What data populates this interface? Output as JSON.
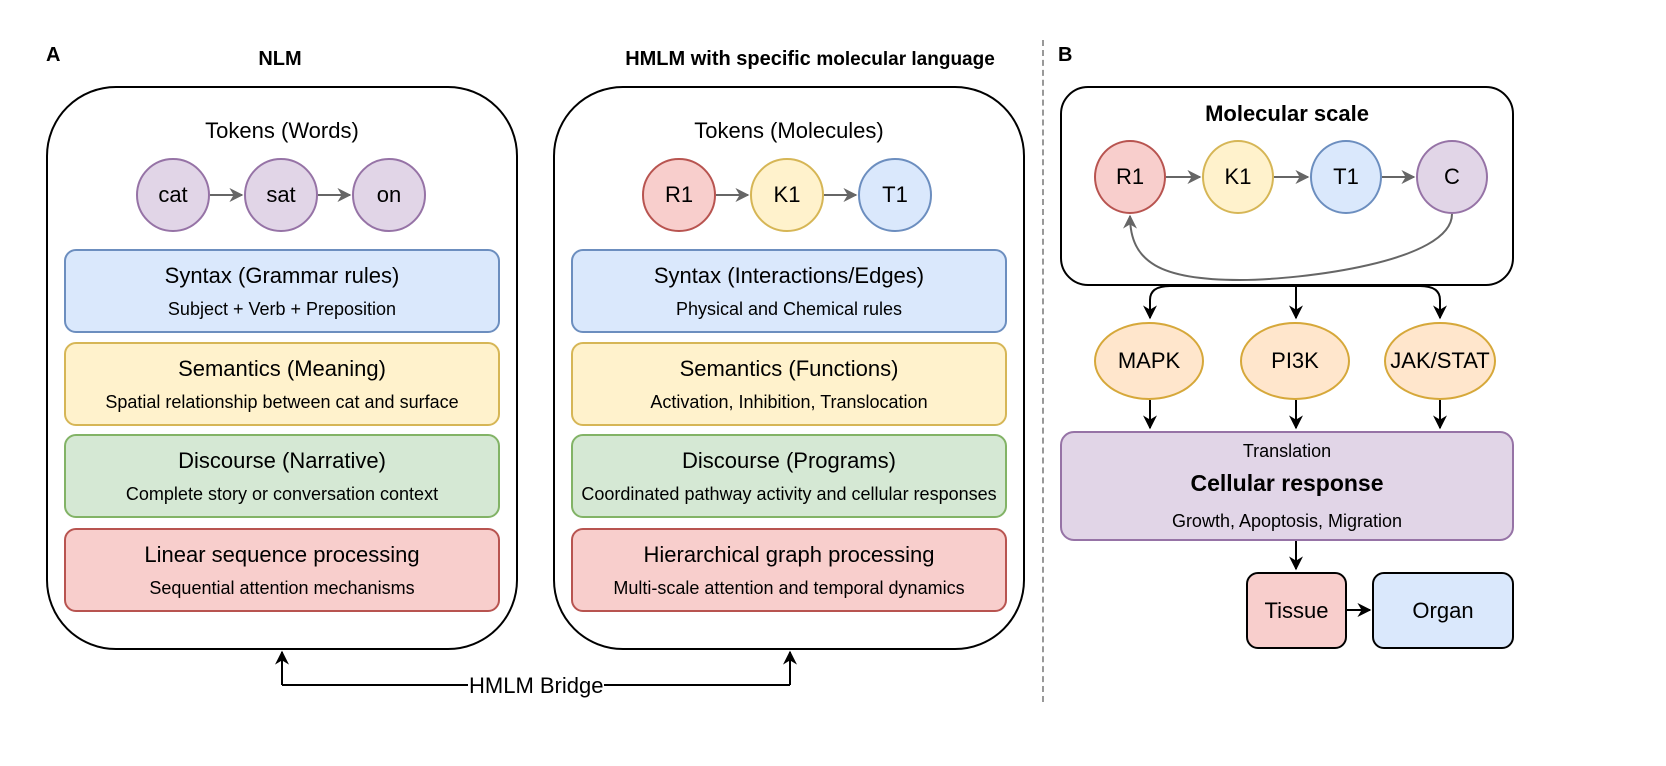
{
  "panel_a": {
    "letter": "A",
    "nlm": {
      "title": "NLM",
      "tokens_title": "Tokens (Words)",
      "tokens": [
        "cat",
        "sat",
        "on"
      ],
      "layers": [
        {
          "title": "Syntax (Grammar rules)",
          "subtitle": "Subject + Verb + Preposition"
        },
        {
          "title": "Semantics (Meaning)",
          "subtitle": "Spatial relationship between cat and surface"
        },
        {
          "title": "Discourse (Narrative)",
          "subtitle": "Complete story or conversation context"
        },
        {
          "title": "Linear sequence processing",
          "subtitle": "Sequential attention mechanisms"
        }
      ]
    },
    "hmlm": {
      "title_bold": "HMLM with specific",
      "title_rest": "molecular language",
      "tokens_title": "Tokens (Molecules)",
      "tokens": [
        "R1",
        "K1",
        "T1"
      ],
      "layers": [
        {
          "title": "Syntax (Interactions/Edges)",
          "subtitle": "Physical and Chemical rules"
        },
        {
          "title": "Semantics (Functions)",
          "subtitle": "Activation, Inhibition, Translocation"
        },
        {
          "title": "Discourse (Programs)",
          "subtitle": "Coordinated pathway activity and cellular responses"
        },
        {
          "title": "Hierarchical graph processing",
          "subtitle": "Multi-scale attention and temporal dynamics"
        }
      ]
    },
    "bridge_label": "HMLM Bridge"
  },
  "panel_b": {
    "letter": "B",
    "molecular_scale": {
      "title": "Molecular scale",
      "nodes": [
        "R1",
        "K1",
        "T1",
        "C"
      ]
    },
    "pathways": [
      "MAPK",
      "PI3K",
      "JAK/STAT"
    ],
    "cellular": {
      "top": "Translation",
      "title": "Cellular response",
      "subtitle": "Growth, Apoptosis, Migration"
    },
    "tissue": "Tissue",
    "organ": "Organ"
  },
  "colors": {
    "purple_fill": "#e1d5e7",
    "red_fill": "#f8cecc",
    "yellow_fill": "#fff2cc",
    "blue_fill": "#dae8fc",
    "green_fill": "#d5e8d4",
    "orange_fill": "#ffe6cc",
    "arrow_gray": "#666666"
  }
}
